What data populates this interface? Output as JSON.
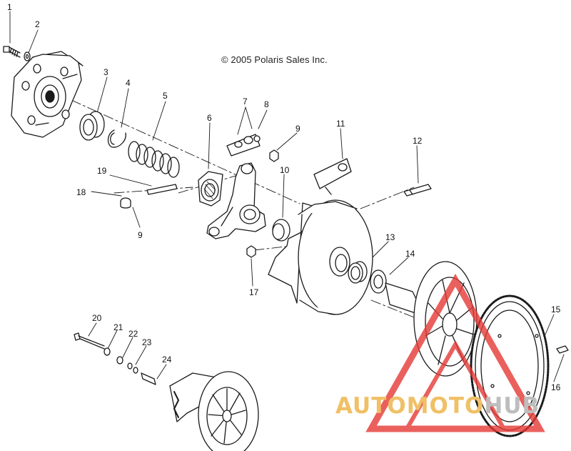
{
  "copyright": "© 2005 Polaris Sales Inc.",
  "callouts": [
    "1",
    "2",
    "3",
    "4",
    "5",
    "6",
    "7",
    "8",
    "9",
    "10",
    "11",
    "12",
    "13",
    "14",
    "15",
    "16",
    "17",
    "18",
    "19",
    "9",
    "20",
    "21",
    "22",
    "23",
    "24"
  ],
  "watermark": {
    "part1": "AUTOMOTO",
    "part2": "HUB",
    "color_orange": "#f0c066",
    "color_gray": "#bdbdbd",
    "color_red": "#e53935"
  },
  "line_color": "#1a1a1a"
}
